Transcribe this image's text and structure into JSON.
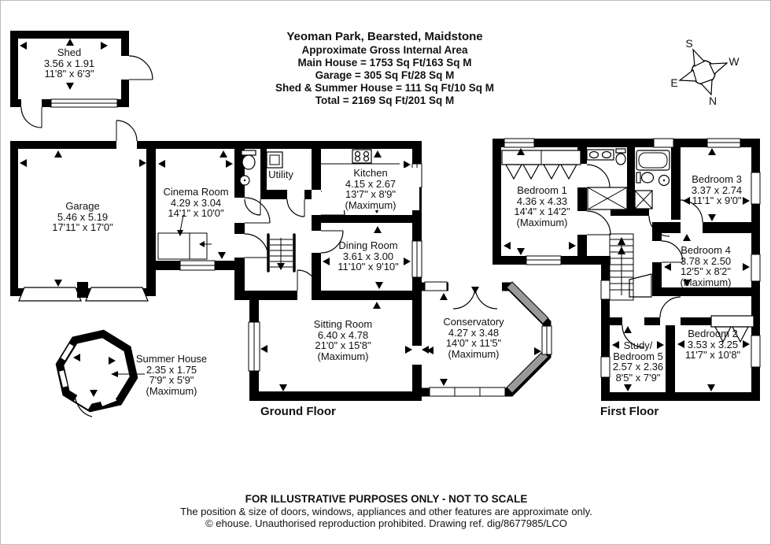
{
  "header": {
    "address": "Yeoman Park, Bearsted, Maidstone",
    "lines": [
      "Approximate Gross Internal Area",
      "Main House = 1753 Sq Ft/163 Sq M",
      "Garage = 305 Sq Ft/28 Sq M",
      "Shed & Summer House = 111 Sq Ft/10 Sq M",
      "Total = 2169 Sq Ft/201 Sq M"
    ]
  },
  "compass": {
    "n": "N",
    "s": "S",
    "e": "E",
    "w": "W"
  },
  "floor_labels": {
    "ground": "Ground Floor",
    "first": "First Floor"
  },
  "rooms": {
    "shed": {
      "name": "Shed",
      "metric": "3.56 x 1.91",
      "imperial": "11'8\" x 6'3\""
    },
    "garage": {
      "name": "Garage",
      "metric": "5.46 x 5.19",
      "imperial": "17'11\" x 17'0\""
    },
    "cinema": {
      "name": "Cinema Room",
      "metric": "4.29 x 3.04",
      "imperial": "14'1\" x 10'0\""
    },
    "utility": {
      "name": "Utility"
    },
    "kitchen": {
      "name": "Kitchen",
      "metric": "4.15 x 2.67",
      "imperial": "13'7\" x 8'9\"",
      "max": "(Maximum)"
    },
    "dining": {
      "name": "Dining Room",
      "metric": "3.61 x 3.00",
      "imperial": "11'10\" x 9'10\""
    },
    "sitting": {
      "name": "Sitting Room",
      "metric": "6.40 x 4.78",
      "imperial": "21'0\" x 15'8\"",
      "max": "(Maximum)"
    },
    "conservatory": {
      "name": "Conservatory",
      "metric": "4.27 x 3.48",
      "imperial": "14'0\" x 11'5\"",
      "max": "(Maximum)"
    },
    "summerhouse": {
      "name": "Summer House",
      "metric": "2.35 x 1.75",
      "imperial": "7'9\" x 5'9\"",
      "max": "(Maximum)"
    },
    "bedroom1": {
      "name": "Bedroom 1",
      "metric": "4.36 x 4.33",
      "imperial": "14'4\" x 14'2\"",
      "max": "(Maximum)"
    },
    "bedroom2": {
      "name": "Bedroom 2",
      "metric": "3.53 x 3.25",
      "imperial": "11'7\" x 10'8\""
    },
    "bedroom3": {
      "name": "Bedroom 3",
      "metric": "3.37 x 2.74",
      "imperial": "11'1\" x 9'0\""
    },
    "bedroom4": {
      "name": "Bedroom 4",
      "metric": "3.78 x 2.50",
      "imperial": "12'5\" x 8'2\"",
      "max": "(Maximum)"
    },
    "study": {
      "name": "Study/",
      "name2": "Bedroom 5",
      "metric": "2.57 x 2.36",
      "imperial": "8'5\" x 7'9\""
    }
  },
  "footer": {
    "line1": "FOR ILLUSTRATIVE PURPOSES ONLY - NOT TO SCALE",
    "line2": "The position & size of doors, windows, appliances and other features are approximate only.",
    "line3": "© ehouse. Unauthorised reproduction prohibited. Drawing ref. dig/8677985/LCO"
  }
}
